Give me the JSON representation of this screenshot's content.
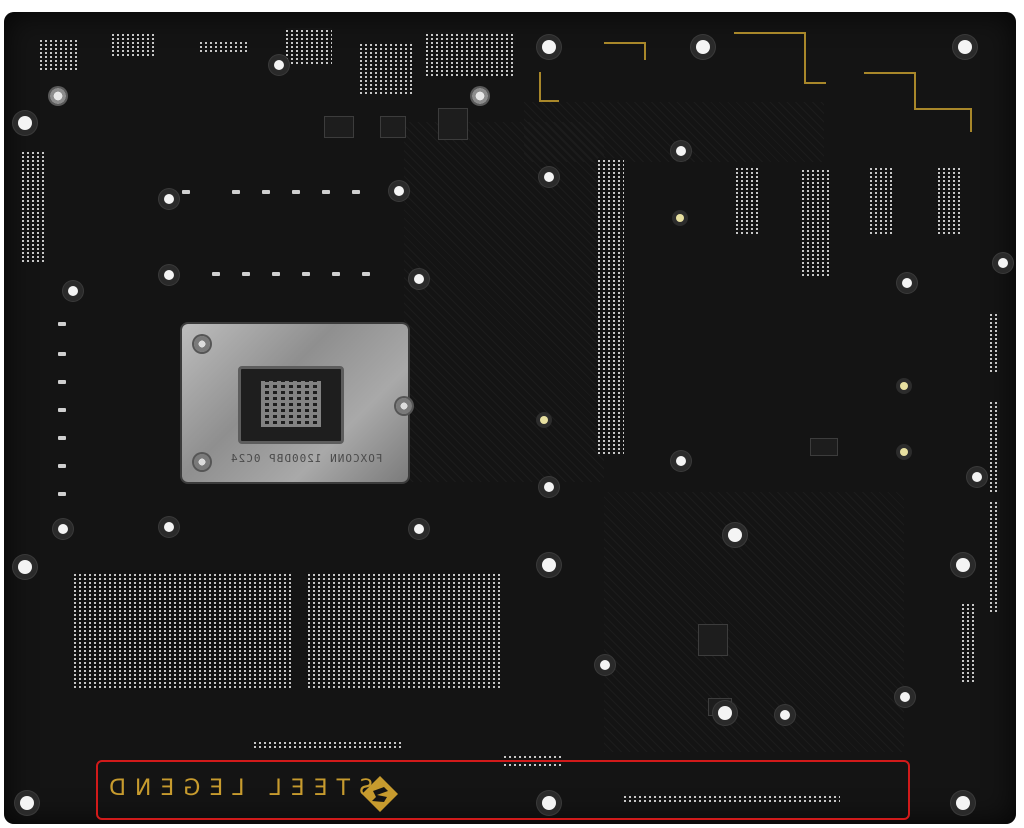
{
  "image": {
    "subject": "motherboard-back-side",
    "colors": {
      "pcb": "#141414",
      "accent_gold": "#c79b2e",
      "highlight_box": "#d11a1a",
      "bracket_metal": "#9c9c9c"
    }
  },
  "texts": {
    "socket_marking": "FOXCONN 1200DBP 0C24",
    "brand": "STEEL LEGEND"
  },
  "icons": {
    "logo": "steel-legend-logo"
  }
}
